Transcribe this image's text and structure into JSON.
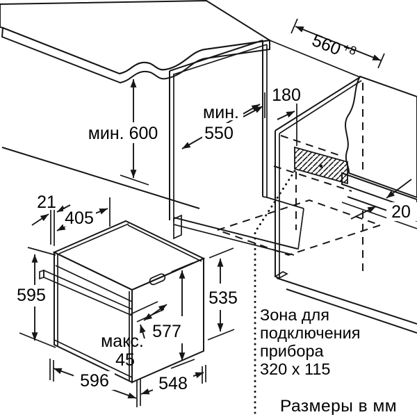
{
  "figure": {
    "type": "appliance-installation-diagram",
    "units_note": "Размеры в мм",
    "labels": {
      "counter_width": "560",
      "counter_width_tolerance": "+8",
      "zone_offset": "180",
      "niche_depth_prefix": "мин.",
      "niche_depth_value": "550",
      "niche_height_min": "мин. 600",
      "front_frame_gap": "21",
      "top_inset": "405",
      "oven_front_height": "595",
      "oven_side_height": "535",
      "oven_body_height": "577",
      "handle_max_prefix": "макс.",
      "handle_max_value": "45",
      "oven_width": "596",
      "oven_depth": "548",
      "wall_gap": "20"
    },
    "connection_zone": {
      "line1": "Зона для",
      "line2": "подключения",
      "line3": "прибора",
      "line4": "320 x 115"
    },
    "colors": {
      "line": "#161616",
      "counter_fill": "#d9d9d9",
      "wall_fill": "#dcdcdc",
      "plinth_fill": "#c6c6c6",
      "background": "#ffffff"
    }
  }
}
